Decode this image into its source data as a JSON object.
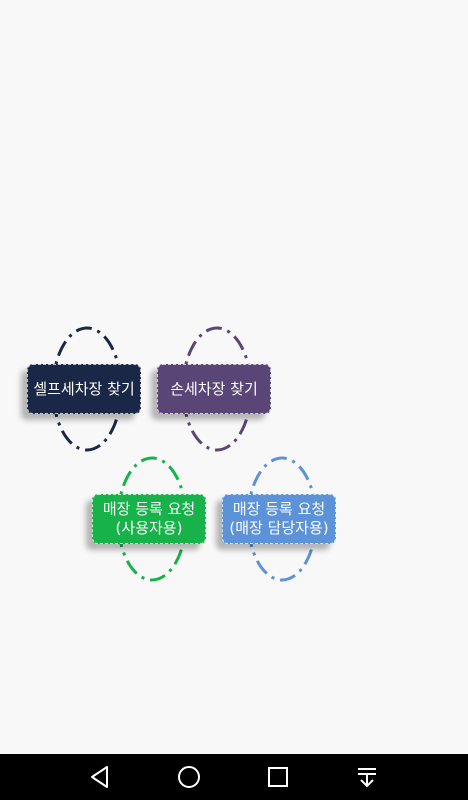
{
  "menu": {
    "items": [
      {
        "id": "self-wash",
        "lines": [
          "셀프세차장 찾기"
        ],
        "color": "#1b2747",
        "ring_color": "#1b2747"
      },
      {
        "id": "hand-wash",
        "lines": [
          "손세차장 찾기"
        ],
        "color": "#5a4577",
        "ring_color": "#5a4577"
      },
      {
        "id": "register-user",
        "lines": [
          "매장 등록 요청",
          "(사용자용)"
        ],
        "color": "#17b24a",
        "ring_color": "#17b24a"
      },
      {
        "id": "register-owner",
        "lines": [
          "매장 등록 요청",
          "(매장 담당자용)"
        ],
        "color": "#5b92d8",
        "ring_color": "#5b92d8"
      }
    ]
  },
  "navbar": {
    "background": "#000000",
    "icons": [
      "back-icon",
      "home-icon",
      "recents-icon",
      "notification-pulldown-icon"
    ]
  }
}
